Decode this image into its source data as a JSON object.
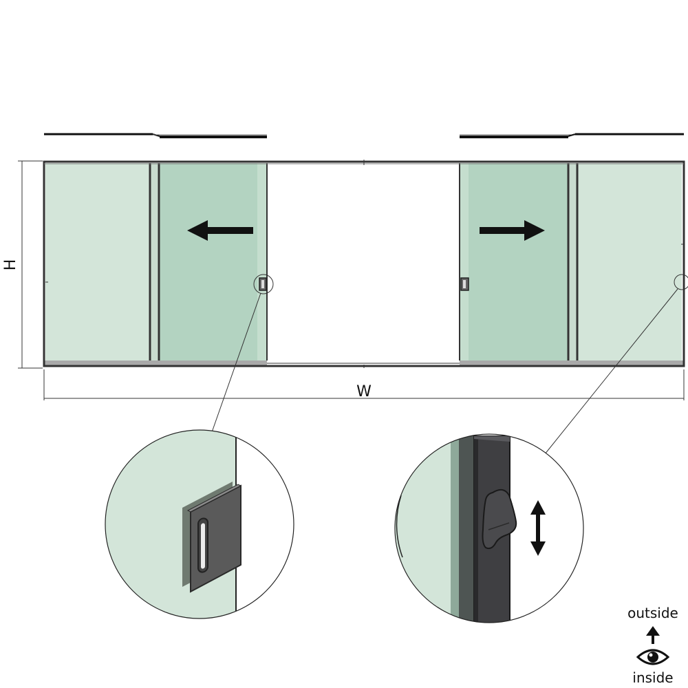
{
  "dimensions": {
    "height_label": "H",
    "width_label": "W"
  },
  "legend": {
    "outside_label": "outside",
    "inside_label": "inside",
    "eye_icon": "eye-icon",
    "arrow_icon": "arrow-up-icon"
  },
  "colors": {
    "glass_fixed": "#d3e5d9",
    "glass_sliding": "#b3d3c1",
    "frame": "#333333",
    "handle": "#595959"
  }
}
